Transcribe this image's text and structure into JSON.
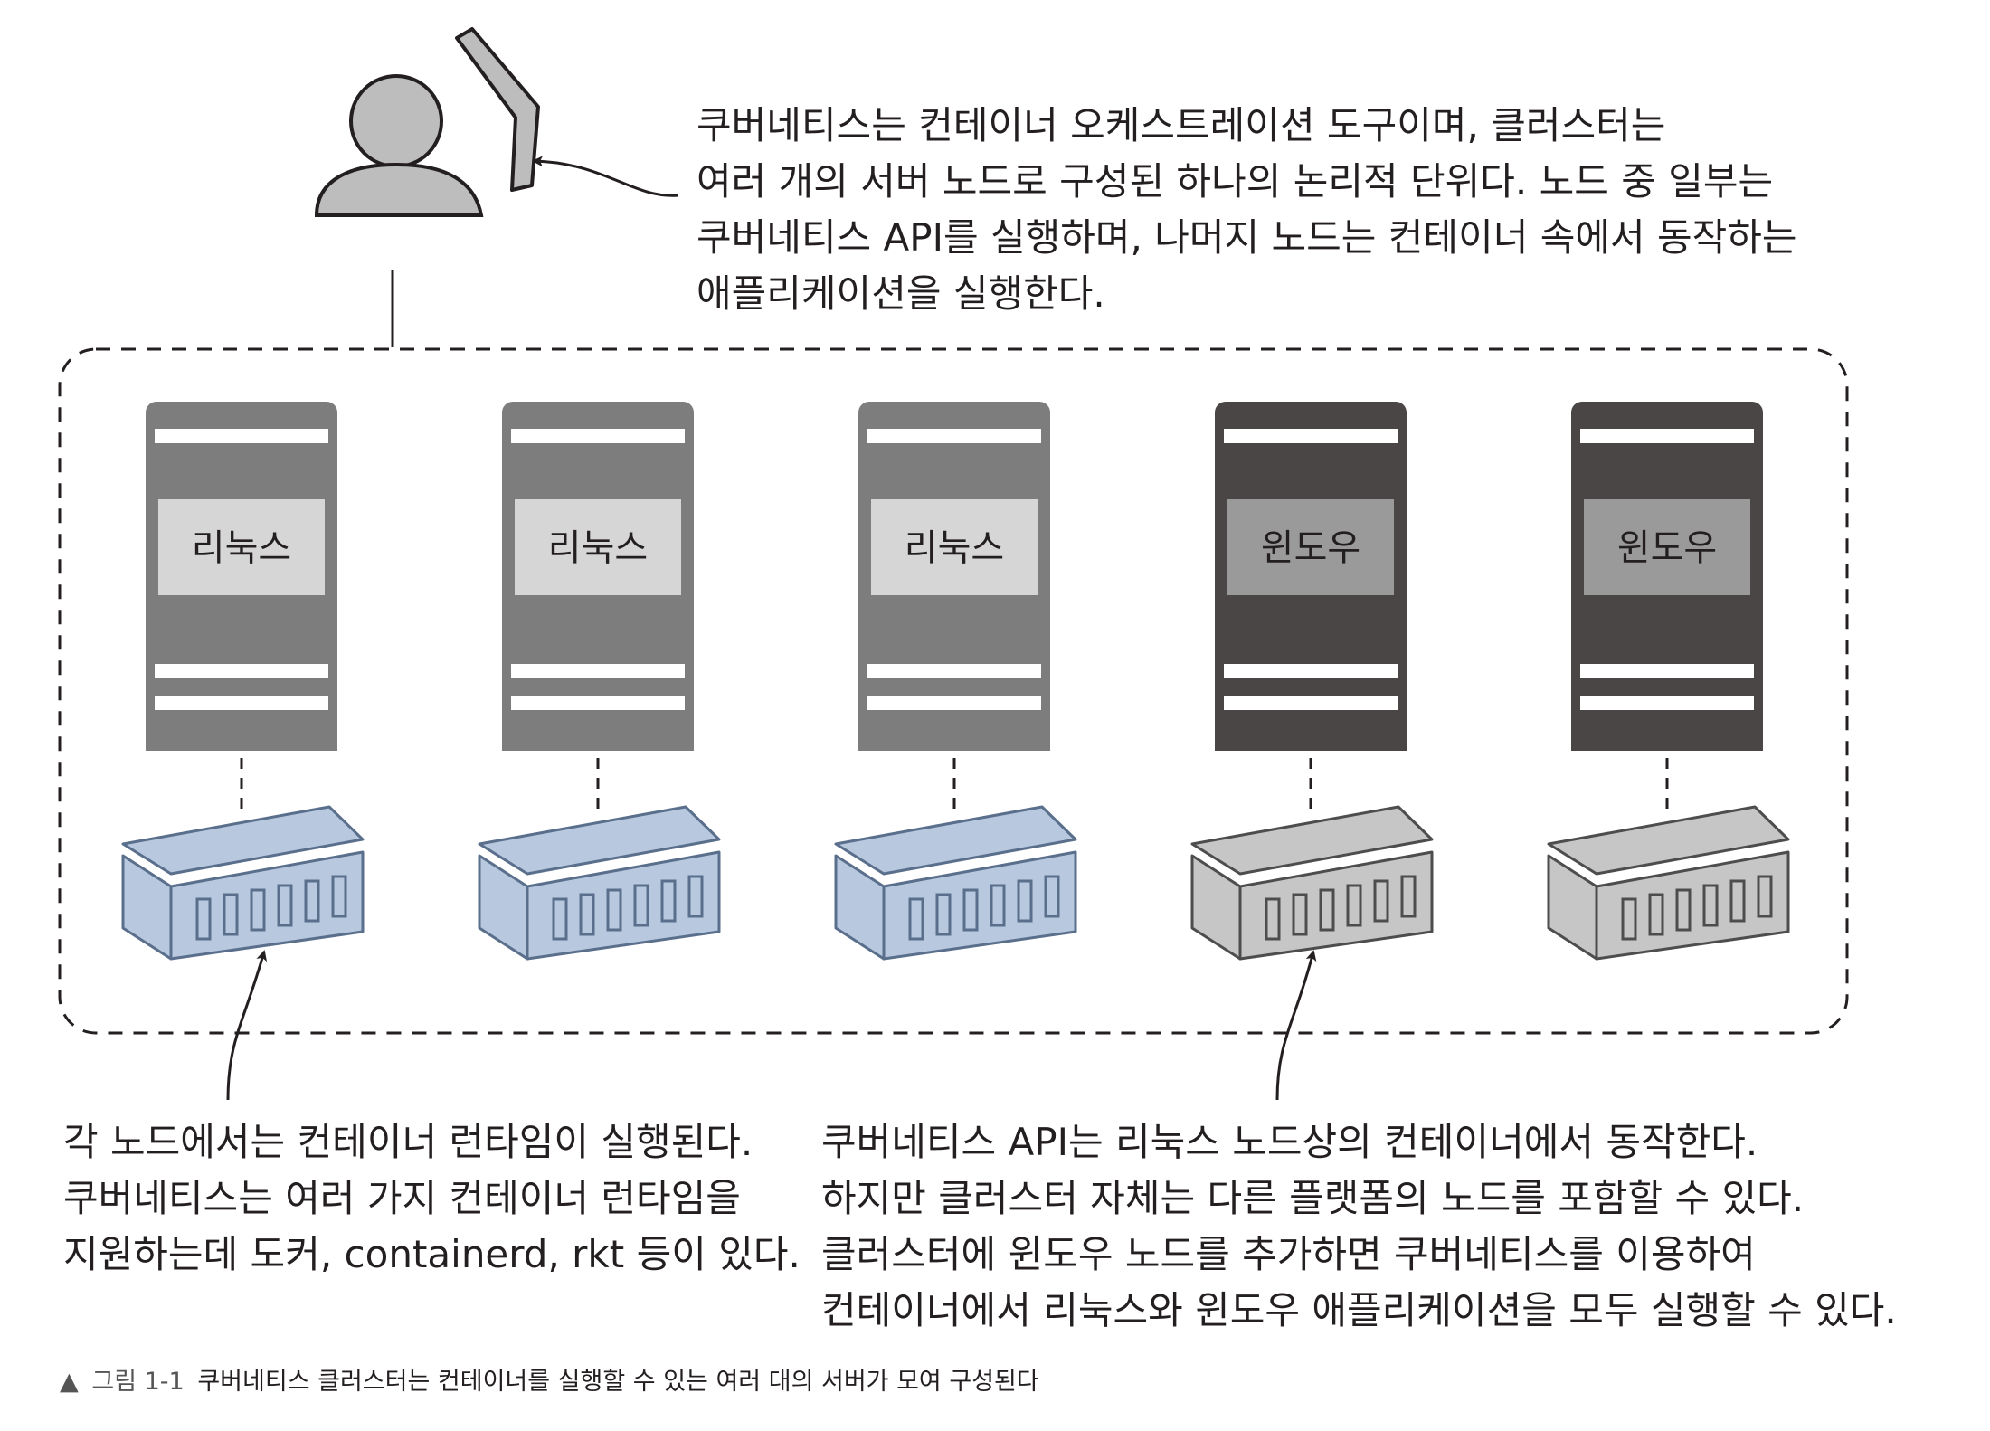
{
  "intro": {
    "lines": [
      "쿠버네티스는 컨테이너 오케스트레이션 도구이며, 클러스터는",
      "여러 개의 서버 노드로 구성된 하나의 논리적 단위다. 노드 중 일부는",
      "쿠버네티스 API를 실행하며, 나머지 노드는 컨테이너 속에서 동작하는",
      "애플리케이션을 실행한다."
    ]
  },
  "nodes": [
    {
      "os": "리눅스",
      "type": "linux"
    },
    {
      "os": "리눅스",
      "type": "linux"
    },
    {
      "os": "리눅스",
      "type": "linux"
    },
    {
      "os": "윈도우",
      "type": "windows"
    },
    {
      "os": "윈도우",
      "type": "windows"
    }
  ],
  "runtime_note": {
    "lines": [
      "각 노드에서는 컨테이너 런타임이 실행된다.",
      "쿠버네티스는 여러 가지 컨테이너 런타임을",
      "지원하는데 도커, containerd, rkt 등이 있다."
    ]
  },
  "platform_note": {
    "lines": [
      "쿠버네티스 API는 리눅스 노드상의 컨테이너에서 동작한다.",
      "하지만 클러스터 자체는 다른 플랫폼의 노드를 포함할 수 있다.",
      "클러스터에 윈도우 노드를 추가하면 쿠버네티스를 이용하여",
      "컨테이너에서 리눅스와 윈도우 애플리케이션을 모두 실행할 수 있다."
    ]
  },
  "caption": {
    "marker": "▲",
    "label": "그림 1-1",
    "text": "쿠버네티스 클러스터는 컨테이너를 실행할 수 있는 여러 대의 서버가 모여 구성된다"
  },
  "colors": {
    "linux_server": "#7d7d7d",
    "windows_server": "#4a4646",
    "linux_container_fill": "#b8c8de",
    "linux_container_stroke": "#5a6f8c",
    "windows_container_fill": "#c6c6c6",
    "windows_container_stroke": "#4d4d4d",
    "user_icon": "#bdbdbd",
    "stroke": "#231f20"
  }
}
